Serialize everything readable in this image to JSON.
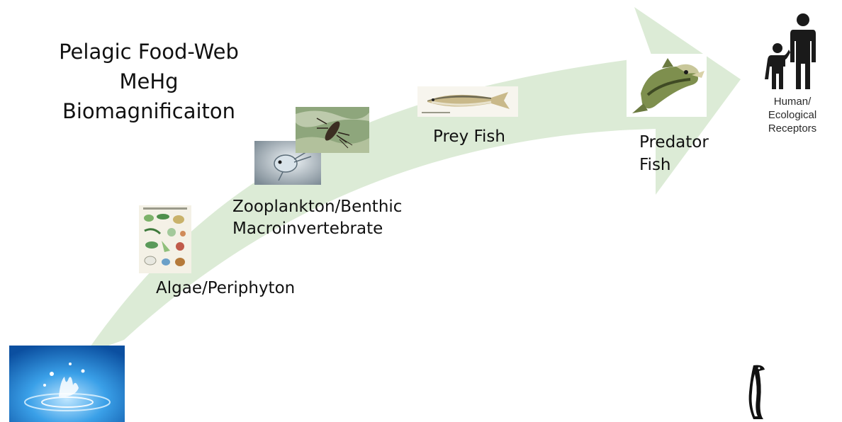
{
  "title": {
    "line1": "Pelagic Food-Web",
    "line2": "MeHg",
    "line3": "Biomagnificaiton"
  },
  "stages": {
    "algae": "Algae/Periphyton",
    "zooplankton_line1": "Zooplankton/Benthic",
    "zooplankton_line2": "Macroinvertebrate",
    "prey_fish": "Prey Fish",
    "predator_line1": "Predator",
    "predator_line2": "Fish"
  },
  "receptors": {
    "line1": "Human/",
    "line2": "Ecological",
    "line3": "Receptors"
  },
  "colors": {
    "arrow": "#dcebd6",
    "water_blue": "#1f86d6"
  }
}
